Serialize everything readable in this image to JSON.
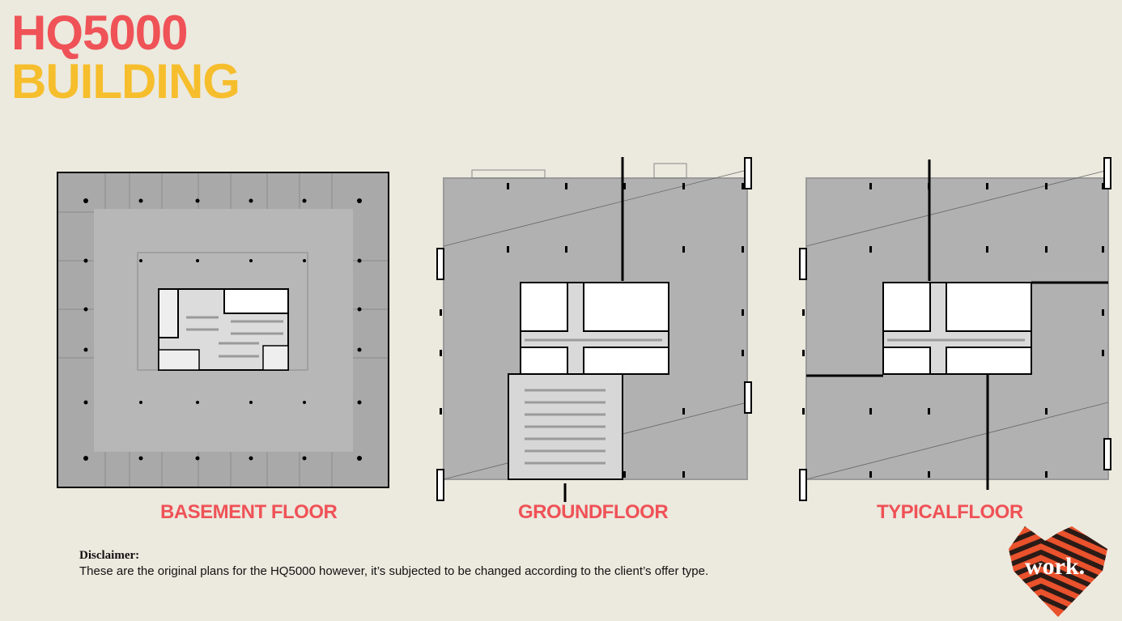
{
  "header": {
    "title_line1": "HQ5000",
    "title_line2": "BUILDING"
  },
  "floors": [
    {
      "label": "BASEMENT FLOOR"
    },
    {
      "label": "GROUNDFLOOR"
    },
    {
      "label": "TYPICALFLOOR"
    }
  ],
  "disclaimer": {
    "title": "Disclaimer:",
    "text": "These are the original plans for the HQ5000 however, it’s subjected to be changed according to the client’s offer  type."
  },
  "logo": {
    "text": "work.",
    "colors": {
      "primary": "#e9522c",
      "stripes": "#2a1b17"
    }
  },
  "colors": {
    "title_red": "#ef5257",
    "title_yellow": "#f6be2c",
    "background": "#ece9de",
    "floor_gray": "#b3b3b3"
  }
}
